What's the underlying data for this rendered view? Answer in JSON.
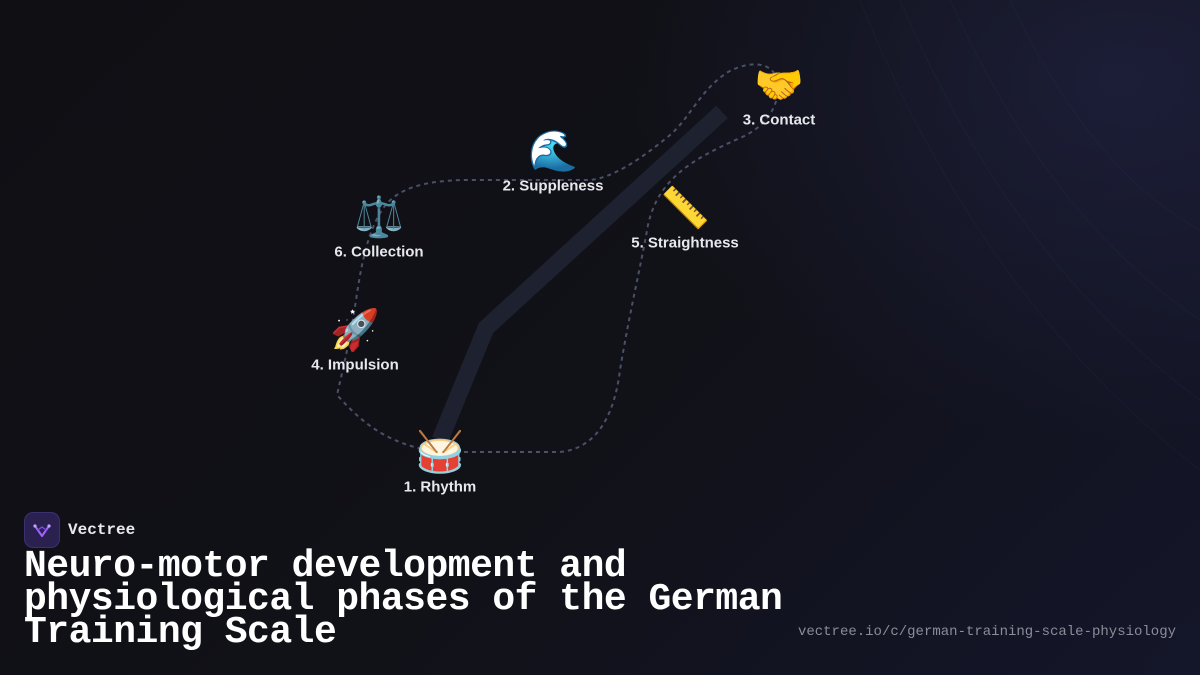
{
  "diagram": {
    "nodes": [
      {
        "id": "rhythm",
        "emoji": "🥁",
        "label": "1. Rhythm",
        "icon": "drum-icon"
      },
      {
        "id": "suppleness",
        "emoji": "🌊",
        "label": "2. Suppleness",
        "icon": "wave-icon"
      },
      {
        "id": "contact",
        "emoji": "🤝",
        "label": "3. Contact",
        "icon": "handshake-icon"
      },
      {
        "id": "impulsion",
        "emoji": "🚀",
        "label": "4. Impulsion",
        "icon": "rocket-icon"
      },
      {
        "id": "straightness",
        "emoji": "📏",
        "label": "5. Straightness",
        "icon": "ruler-icon"
      },
      {
        "id": "collection",
        "emoji": "⚖️",
        "label": "6. Collection",
        "icon": "balance-scale-icon"
      }
    ],
    "colors": {
      "background": "#0f0f14",
      "dashed_path": "#4a5068",
      "thick_path": "#1e2230",
      "label": "#e6e8ee"
    }
  },
  "brand": {
    "name": "Vectree",
    "logo_icon": "vectree-logo-icon",
    "logo_color": "#a262ff"
  },
  "title": "Neuro-motor development and physiological phases of the German Training Scale",
  "url": "vectree.io/c/german-training-scale-physiology"
}
